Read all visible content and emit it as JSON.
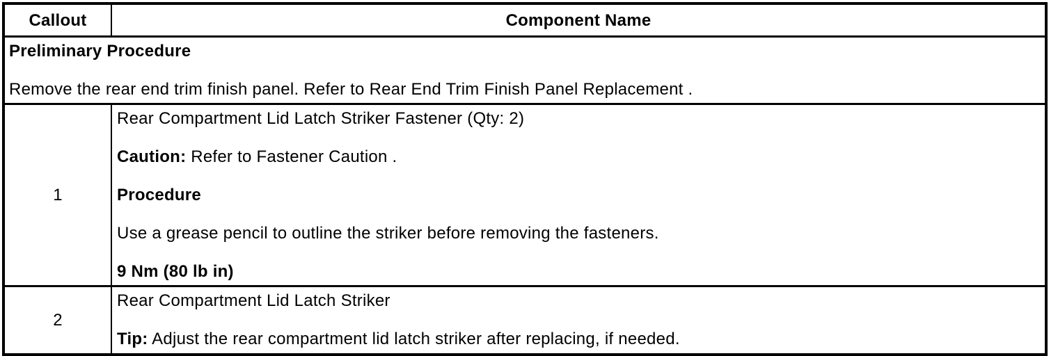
{
  "table": {
    "header": {
      "callout": "Callout",
      "component_name": "Component Name"
    },
    "preliminary": {
      "title": "Preliminary Procedure",
      "body": "Remove the rear end trim finish panel. Refer to Rear End Trim Finish Panel Replacement ."
    },
    "rows": [
      {
        "callout": "1",
        "component": "Rear Compartment Lid Latch Striker Fastener (Qty: 2)",
        "caution_label": "Caution:",
        "caution_text": " Refer to Fastener Caution .",
        "procedure_heading": "Procedure",
        "procedure_text": "Use a grease pencil to outline the striker before removing the fasteners.",
        "torque_spec": "9 Nm (80 lb in)"
      },
      {
        "callout": "2",
        "component": "Rear Compartment Lid Latch Striker",
        "tip_label": "Tip:",
        "tip_text": " Adjust the rear compartment lid latch striker after replacing, if needed."
      }
    ]
  },
  "colors": {
    "border": "#000000",
    "text": "#000000",
    "background": "#ffffff"
  }
}
